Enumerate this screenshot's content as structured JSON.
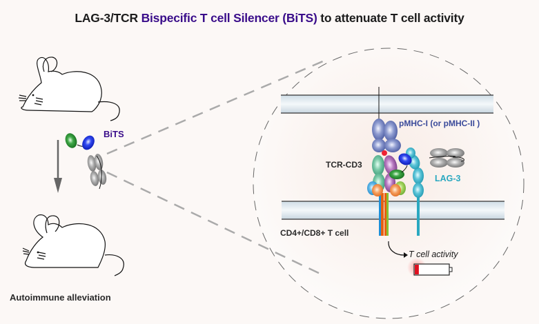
{
  "title": {
    "prefix": "LAG-3/TCR ",
    "accent": "Bispecific T cell Silencer (BiTS)",
    "suffix": " to attenuate T cell activity",
    "accent_color": "#3a0d8a"
  },
  "left_panel": {
    "drug_label": "BiTS",
    "outcome_label": "Autoimmune alleviation"
  },
  "zoom_panel": {
    "pmhc_label": "pMHC-I (or pMHC-II )",
    "tcr_label": "TCR-CD3",
    "lag3_label": "LAG-3",
    "cell_label": "CD4+/CD8+ T cell",
    "activity_label": "T cell activity",
    "activity_level": 0.12
  },
  "colors": {
    "pmhc": "#6a7bb5",
    "tcr_green": "#5fb89a",
    "tcr_purple": "#a25aa8",
    "lag3": "#2aa8c0",
    "bits_green": "#1e8a2a",
    "bits_blue": "#1a2ee0",
    "fc_gray": "#9a9a9a",
    "inflammation": "#ff6b6b",
    "battery_low": "#e01020"
  }
}
